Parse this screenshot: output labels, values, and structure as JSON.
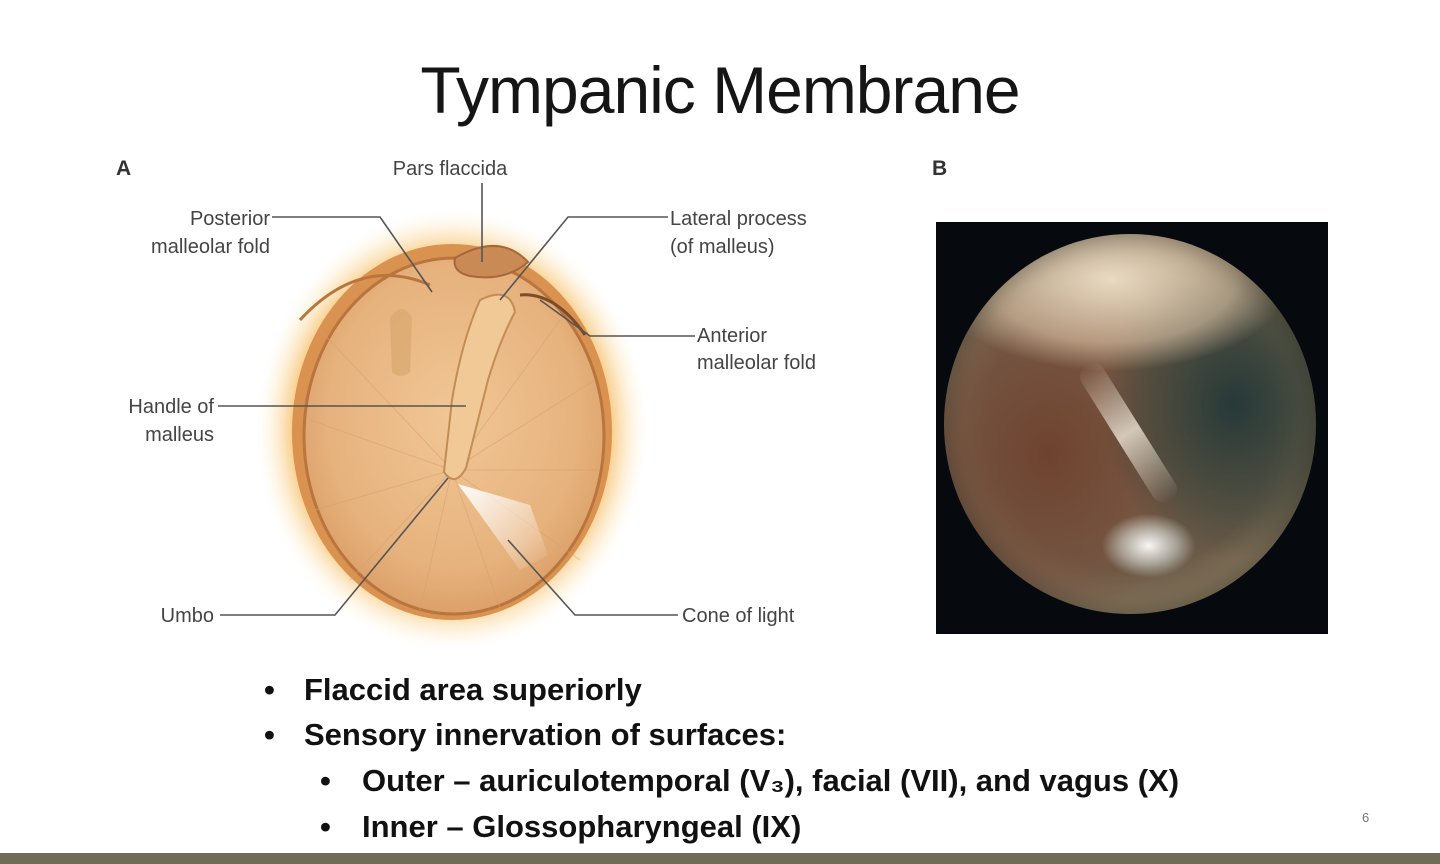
{
  "slide": {
    "title": "Tympanic Membrane",
    "page_number": "6"
  },
  "figure_a": {
    "letter": "A",
    "labels": {
      "pars_flaccida": "Pars flaccida",
      "posterior_fold_1": "Posterior",
      "posterior_fold_2": "malleolar fold",
      "lateral_process_1": "Lateral process",
      "lateral_process_2": "(of malleus)",
      "anterior_fold_1": "Anterior",
      "anterior_fold_2": "malleolar fold",
      "handle_1": "Handle of",
      "handle_2": "malleus",
      "umbo": "Umbo",
      "cone": "Cone of light"
    }
  },
  "figure_b": {
    "letter": "B"
  },
  "bullets": [
    {
      "dot": "•",
      "text": "Flaccid area superiorly"
    },
    {
      "dot": "•",
      "text": "Sensory innervation of surfaces:"
    },
    {
      "dot": "•",
      "text": "Outer – auriculotemporal (V₃), facial (VII), and vagus (X)"
    },
    {
      "dot": "•",
      "text": "Inner – Glossopharyngeal (IX)"
    }
  ],
  "colors": {
    "membrane": "#e6b27d",
    "glow": "#f6c873",
    "footer": "#6e6b57"
  }
}
